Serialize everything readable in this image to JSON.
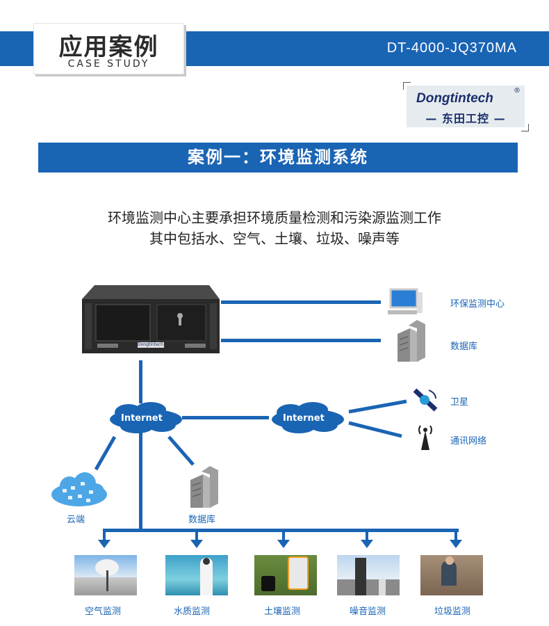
{
  "header": {
    "title_zh": "应用案例",
    "title_en": "CASE STUDY",
    "model": "DT-4000-JQ370MA"
  },
  "logo": {
    "brand_en": "Dongtintech",
    "registered": "®",
    "brand_zh": "— 东田工控 —"
  },
  "case": {
    "title": "案例一：环境监测系统"
  },
  "description": {
    "line1": "环境监测中心主要承担环境质量检测和污染源监测工作",
    "line2": "其中包括水、空气、土壤、垃圾、噪声等"
  },
  "diagram": {
    "server_brand": "Dongtintech",
    "right_nodes": [
      "环保监测中心",
      "数据库",
      "卫星",
      "通讯网络"
    ],
    "internet_left": "Internet",
    "internet_right": "Internet",
    "cloud_label": "云端",
    "db_label": "数据库",
    "bottom": [
      "空气监测",
      "水质监测",
      "土壤监测",
      "噪音监测",
      "垃圾监测"
    ]
  },
  "colors": {
    "brand_blue": "#1a64b4",
    "navy": "#1a2f6b"
  }
}
